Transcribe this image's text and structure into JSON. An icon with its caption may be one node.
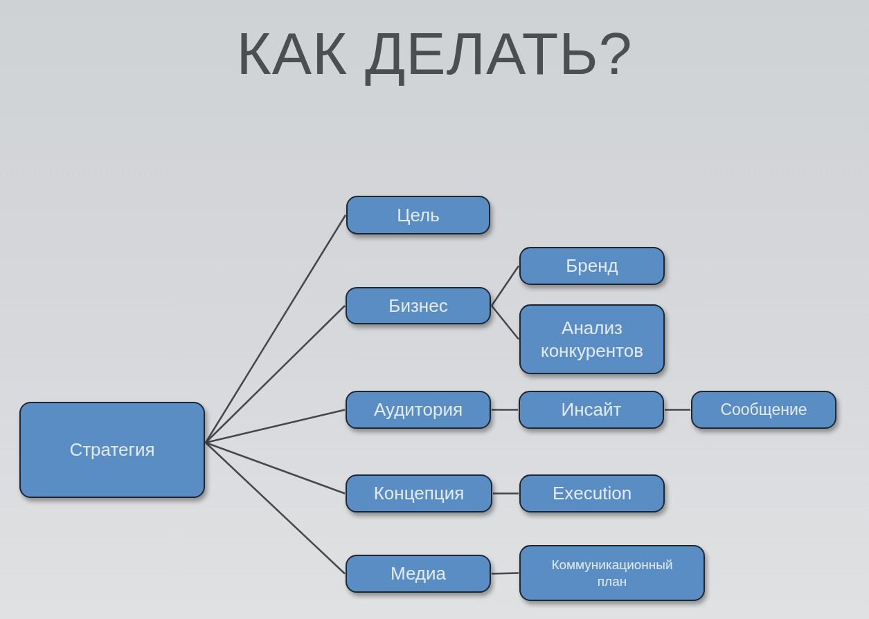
{
  "diagram": {
    "title": "КАК ДЕЛАТЬ?",
    "nodes": [
      {
        "text": [
          "Стратегия"
        ]
      },
      {
        "text": [
          "Цель"
        ]
      },
      {
        "text": [
          "Бизнес"
        ]
      },
      {
        "text": [
          "Бренд"
        ]
      },
      {
        "text": [
          "Анализ конкурентов"
        ]
      },
      {
        "text": [
          "Аудитория"
        ]
      },
      {
        "text": [
          "Инсайт"
        ]
      },
      {
        "text": [
          "Сообщение"
        ]
      },
      {
        "text": [
          "Концепция"
        ]
      },
      {
        "text": [
          "Execution"
        ]
      },
      {
        "text": [
          "Медиа"
        ]
      },
      {
        "text": [
          "Коммуникационный план"
        ]
      }
    ],
    "edges": [
      {
        "from": 0,
        "to": 1,
        "arrow": "none"
      },
      {
        "from": 0,
        "to": 2,
        "arrow": "none"
      },
      {
        "from": 2,
        "to": 3,
        "arrow": "none"
      },
      {
        "from": 2,
        "to": 4,
        "arrow": "none"
      },
      {
        "from": 0,
        "to": 5,
        "arrow": "none"
      },
      {
        "from": 5,
        "to": 6,
        "arrow": "none"
      },
      {
        "from": 6,
        "to": 7,
        "arrow": "none"
      },
      {
        "from": 0,
        "to": 8,
        "arrow": "none"
      },
      {
        "from": 8,
        "to": 9,
        "arrow": "none"
      },
      {
        "from": 0,
        "to": 10,
        "arrow": "none"
      },
      {
        "from": 10,
        "to": 11,
        "arrow": "none"
      }
    ]
  }
}
